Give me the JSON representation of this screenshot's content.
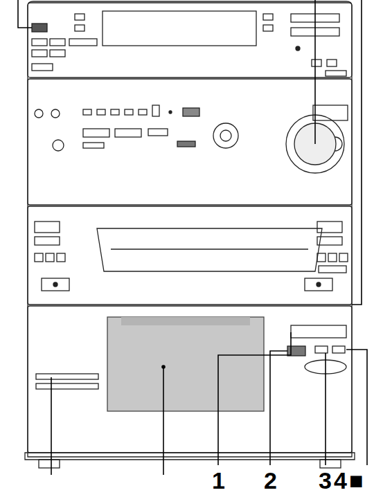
{
  "diagram": {
    "labels": [
      "1",
      "2",
      "3",
      "4",
      "■"
    ]
  }
}
